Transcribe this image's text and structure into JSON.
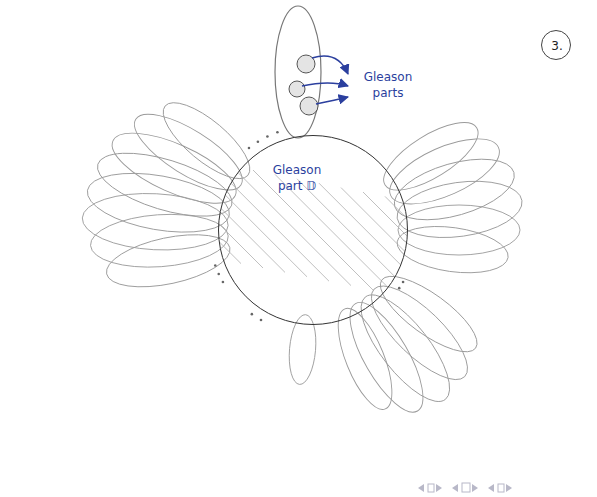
{
  "diagram": {
    "nodes": [
      {
        "text": [
          "3."
        ]
      },
      {
        "text": [
          "Gleason part 𝔻"
        ]
      }
    ],
    "labels": [
      "Gleason parts"
    ]
  }
}
